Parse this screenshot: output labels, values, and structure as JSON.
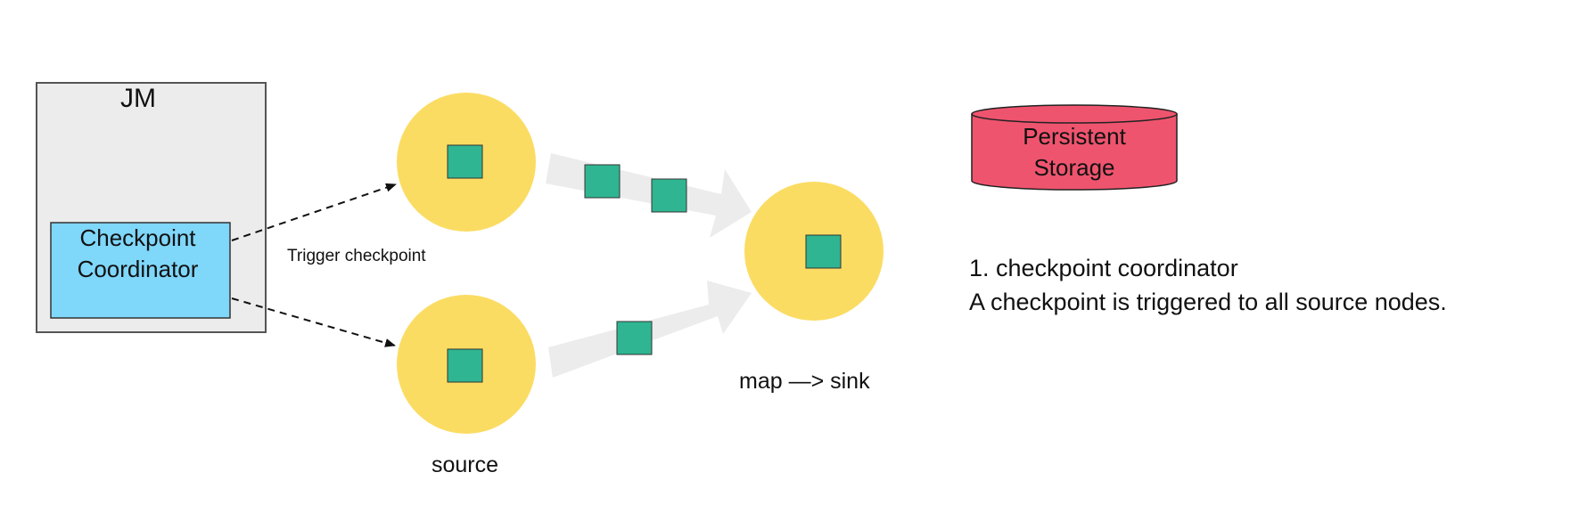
{
  "colors": {
    "node_fill": "#fbdc63",
    "barrier_fill": "#2fb592",
    "coordinator_fill": "#7fd7fa",
    "storage_fill": "#ef546e",
    "jm_fill": "#ececec",
    "flow_fill": "#ececec"
  },
  "jm": {
    "title": "JM"
  },
  "coordinator": {
    "line1": "Checkpoint",
    "line2": "Coordinator"
  },
  "edges": {
    "trigger_label": "Trigger checkpoint"
  },
  "nodes": {
    "source_label": "source",
    "sink_label": "map —> sink"
  },
  "storage": {
    "line1": "Persistent",
    "line2": "Storage"
  },
  "description": {
    "title": "1. checkpoint coordinator",
    "text": "A checkpoint is triggered to all source nodes."
  }
}
